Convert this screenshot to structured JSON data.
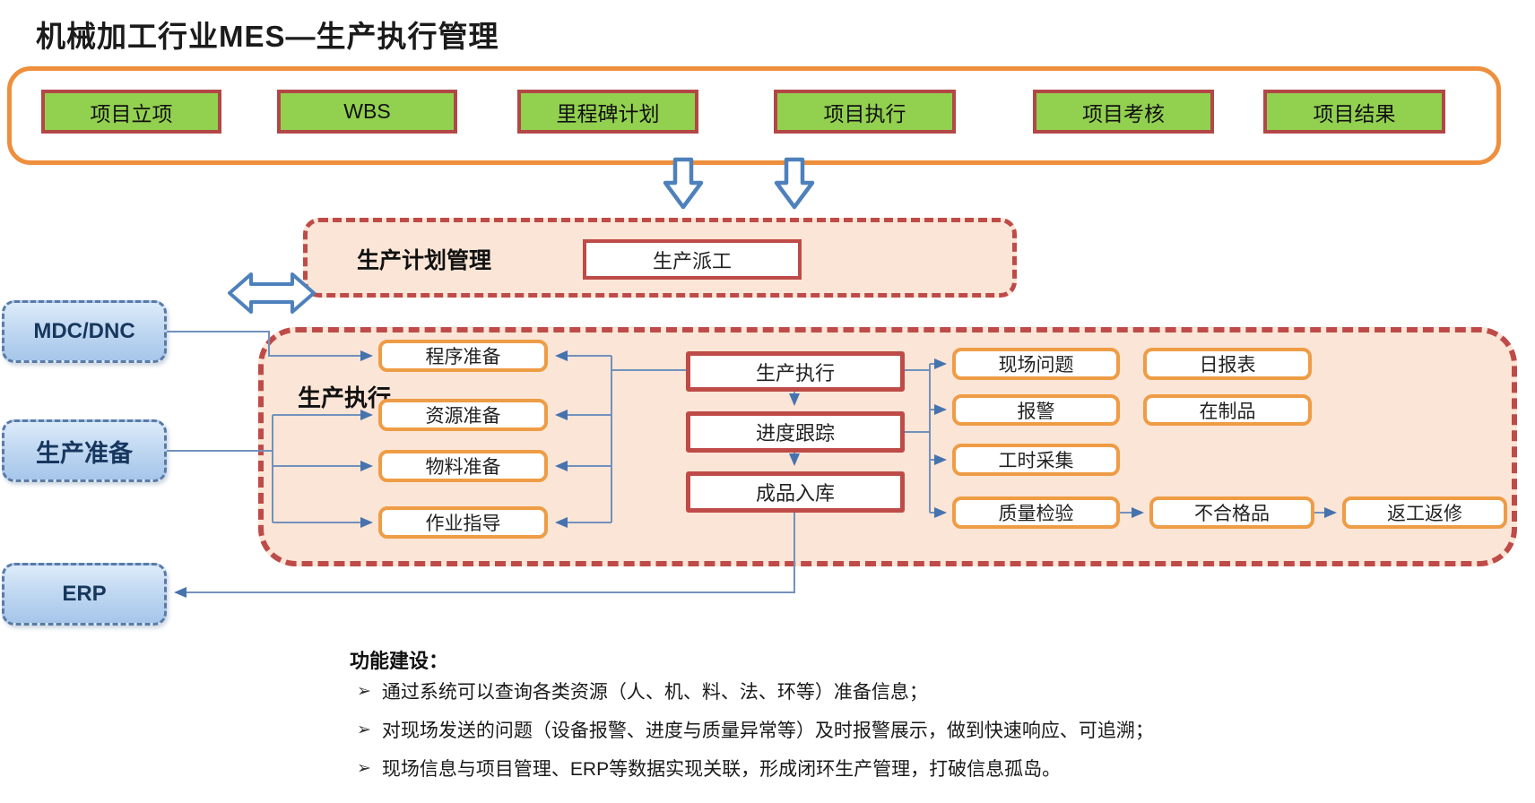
{
  "title": "机械加工行业MES—生产执行管理",
  "palette": {
    "frame_orange": "#EE8F3D",
    "stage_green": "#92D050",
    "stage_border_red": "#B34746",
    "panel_fill_peach": "#FBE5D6",
    "panel_border_red": "#BE4B48",
    "minor_box_orange": "#EE9C45",
    "arrow_blue": "#4E81BC",
    "connector_blue": "#7291BD",
    "system_box_blue": "#A6C6EA",
    "system_text_navy": "#17375E"
  },
  "project_flow": {
    "items": [
      "项目立项",
      "WBS",
      "里程碑计划",
      "项目执行",
      "项目考核",
      "项目结果"
    ]
  },
  "plan_section": {
    "label": "生产计划管理",
    "dispatch_box": "生产派工"
  },
  "external_systems": {
    "mdc_dnc": "MDC/DNC",
    "preparation": "生产准备",
    "erp": "ERP"
  },
  "execution_section": {
    "label": "生产执行",
    "prep_boxes": [
      "程序准备",
      "资源准备",
      "物料准备",
      "作业指导"
    ],
    "process_boxes": [
      "生产执行",
      "进度跟踪",
      "成品入库"
    ],
    "monitor_boxes": [
      "现场问题",
      "报警",
      "工时采集",
      "质量检验"
    ],
    "report_boxes": [
      "日报表",
      "在制品"
    ],
    "quality_flow": [
      "不合格品",
      "返工返修"
    ]
  },
  "notes": {
    "heading": "功能建设：",
    "bullet_icon": "➢",
    "items": [
      "通过系统可以查询各类资源（人、机、料、法、环等）准备信息；",
      "对现场发送的问题（设备报警、进度与质量异常等）及时报警展示，做到快速响应、可追溯；",
      "现场信息与项目管理、ERP等数据实现关联，形成闭环生产管理，打破信息孤岛。"
    ]
  }
}
